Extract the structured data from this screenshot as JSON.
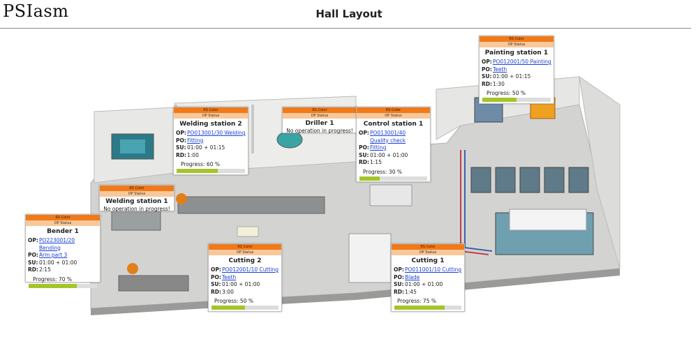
{
  "header": {
    "logo": "PSIasm",
    "title": "Hall Layout"
  },
  "panel_labels": {
    "rs_color": "RS Color",
    "op_status": "OP Status",
    "op": "OP:",
    "po": "PO:",
    "su": "SU:",
    "rd": "RD:",
    "progress_prefix": "Progress:"
  },
  "stations": [
    {
      "id": "painting-station-1",
      "name": "Painting station 1",
      "op": "PO012001/50 Painting",
      "po": "Teeth",
      "su": "01:00 + 01:15",
      "rd": "1:30",
      "progress": 50,
      "progress_text": "Progress: 50 %"
    },
    {
      "id": "welding-station-2",
      "name": "Welding station 2",
      "op": "PO013001/30 Welding",
      "po": "Fitting",
      "su": "01:00 + 01:15",
      "rd": "1:00",
      "progress": 60,
      "progress_text": "Progress: 60 %"
    },
    {
      "id": "driller-1",
      "name": "Driller 1",
      "no_op": "No operation in progress!"
    },
    {
      "id": "control-station-1",
      "name": "Control station 1",
      "op": "PO013001/40 Quality check",
      "po": "Fitting",
      "su": "01:00 + 01:00",
      "rd": "1:15",
      "progress": 30,
      "progress_text": "Progress: 30 %"
    },
    {
      "id": "welding-station-1",
      "name": "Welding station 1",
      "no_op": "No operation in progress!"
    },
    {
      "id": "bender-1",
      "name": "Bender 1",
      "op": "PO223001/20 Bending",
      "po": "Arm part 3",
      "su": "01:00 + 01:00",
      "rd": "2:15",
      "progress": 70,
      "progress_text": "Progress: 70 %"
    },
    {
      "id": "cutting-2",
      "name": "Cutting 2",
      "op": "PO012001/10 Cutting",
      "po": "Teeth",
      "su": "01:00 + 01:00",
      "rd": "3:00",
      "progress": 50,
      "progress_text": "Progress: 50 %"
    },
    {
      "id": "cutting-1",
      "name": "Cutting 1",
      "op": "PO011001/10 Cutting",
      "po": "Blade",
      "su": "01:00 + 01:00",
      "rd": "1:45",
      "progress": 75,
      "progress_text": "Progress: 75 %"
    }
  ],
  "colors": {
    "rs": "#f07a1a",
    "op_status": "#f8c89a",
    "progress": "#a3c52a",
    "link": "#1a3fd6"
  }
}
